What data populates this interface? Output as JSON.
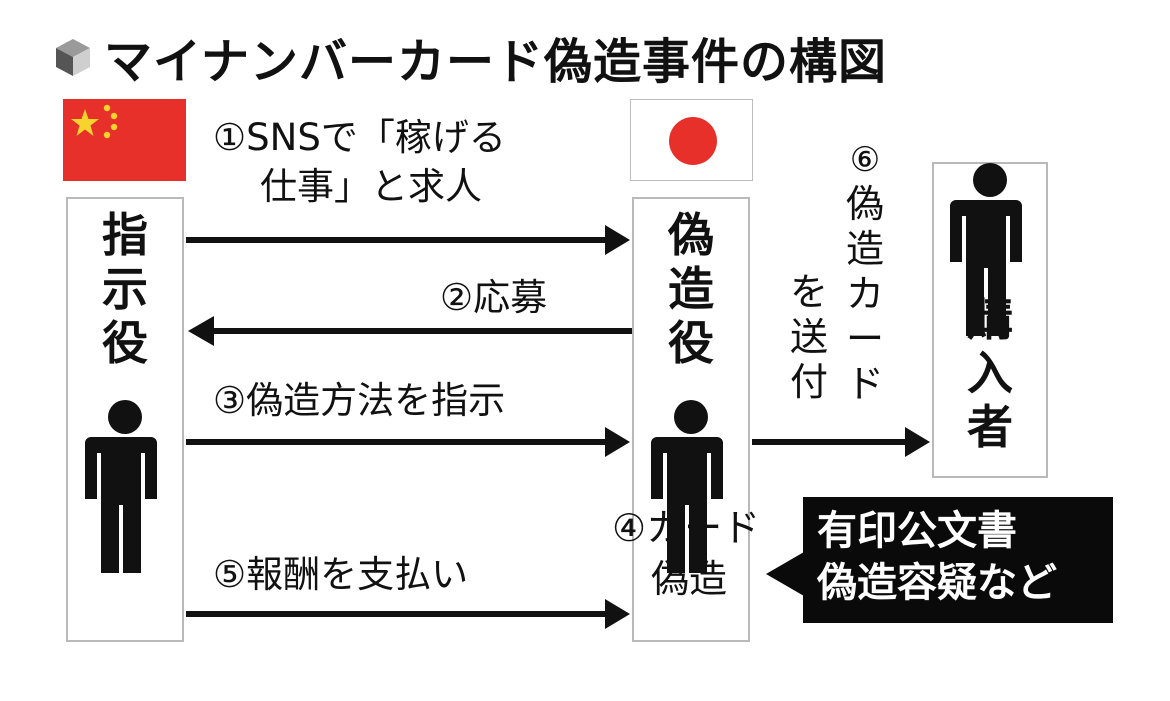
{
  "title": "マイナンバーカード偽造事件の構図",
  "actors": {
    "left": "指\n示\n役",
    "middle": "偽\n造\n役",
    "right": "購\n入\n者"
  },
  "steps": {
    "s1_line1": "①SNSで「稼げる",
    "s1_line2": "仕事」と求人",
    "s2": "②応募",
    "s3": "③偽造方法を指示",
    "s4_line1": "④カード",
    "s4_line2": "偽造",
    "s5": "⑤報酬を支払い",
    "s6_num": "⑥",
    "s6_col1": "偽\n造\nカ\nー\nド",
    "s6_col2": "を\n送\n付"
  },
  "callout": "有印公文書\n偽造容疑など",
  "colors": {
    "flag_red": "#e8302b",
    "star_yellow": "#f6d32d",
    "ink": "#111111",
    "box_border": "#b9b9b9"
  }
}
